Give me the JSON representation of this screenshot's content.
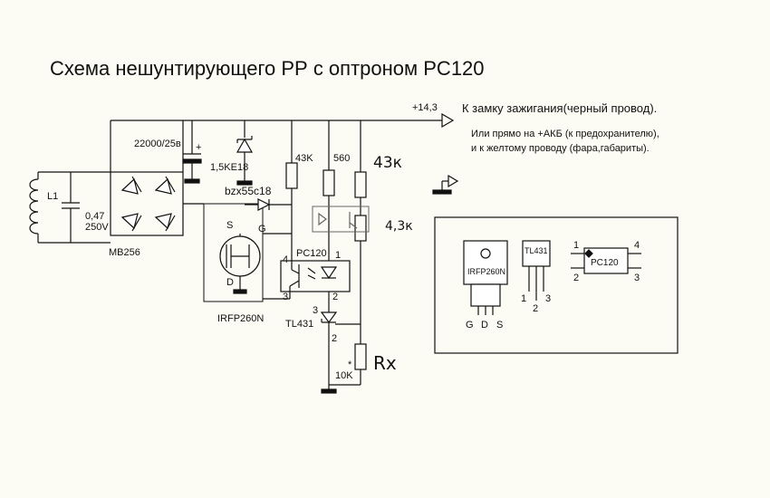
{
  "title": "Схема нешунтирующего РР с оптроном PC120",
  "net": {
    "voltage_label": "+14,3",
    "ignition_label": "К замку  зажигания(черный провод).",
    "note_line1": "Или прямо на +АКБ (к предохранителю),",
    "note_line2": "и к желтому проводу (фара,габариты)."
  },
  "components": {
    "l1": "L1",
    "c_input_1": "0,47",
    "c_input_2": "250V",
    "bridge": "MB256",
    "c_main": "22000/25в",
    "plus_sign": "+",
    "tvs": "1,5KE18",
    "zener": "bzx55c18",
    "r43k": "43K",
    "r560": "560",
    "r_hand_1": "43к",
    "r_hand_2": "4,3к",
    "mosfet_s": "S",
    "mosfet_g": "G",
    "mosfet_d": "D",
    "mosfet_name": "IRFP260N",
    "opto_name": "PC120",
    "opto_pin1": "1",
    "opto_pin2": "2",
    "opto_pin3": "3",
    "opto_pin4": "4",
    "tl_name": "TL431",
    "tl_pin3": "3",
    "tl_pin2": "2",
    "r10k": "10K",
    "r10k_star": "*",
    "rx": "Rx"
  },
  "pinout": {
    "irfp": "IRFP260N",
    "irfp_g": "G",
    "irfp_d": "D",
    "irfp_s": "S",
    "tl431": "TL431",
    "tl_1": "1",
    "tl_2": "2",
    "tl_3": "3",
    "pc120": "PC120",
    "pc_1": "1",
    "pc_2": "2",
    "pc_3": "3",
    "pc_4": "4"
  }
}
